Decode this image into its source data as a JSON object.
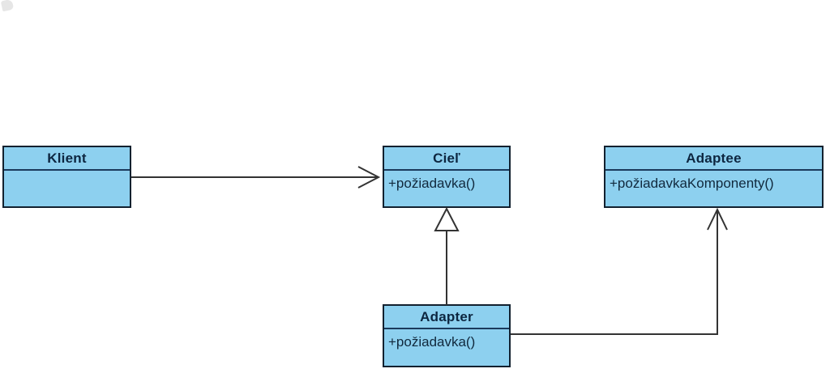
{
  "diagram": {
    "kind": "uml-class-diagram",
    "subject": "Adapter design pattern",
    "colors": {
      "background": "#ffffff",
      "class_fill": "#8dd0ef",
      "class_border": "#13212f",
      "divider": "#1b3a5c",
      "title_text": "#0d2640",
      "member_text": "#11293d",
      "connector": "#333333"
    },
    "classes": [
      {
        "id": "klient",
        "name": "Klient",
        "members": []
      },
      {
        "id": "ciel",
        "name": "Cieľ",
        "members": [
          "+požiadavka()"
        ]
      },
      {
        "id": "adaptee",
        "name": "Adaptee",
        "members": [
          "+požiadavkaKomponenty()"
        ]
      },
      {
        "id": "adapter",
        "name": "Adapter",
        "members": [
          "+požiadavka()"
        ]
      }
    ],
    "relationships": [
      {
        "from": "Klient",
        "to": "Cieľ",
        "type": "association",
        "arrowhead": "open"
      },
      {
        "from": "Adapter",
        "to": "Cieľ",
        "type": "generalization",
        "arrowhead": "hollow-triangle"
      },
      {
        "from": "Adapter",
        "to": "Adaptee",
        "type": "association",
        "arrowhead": "open"
      }
    ]
  }
}
